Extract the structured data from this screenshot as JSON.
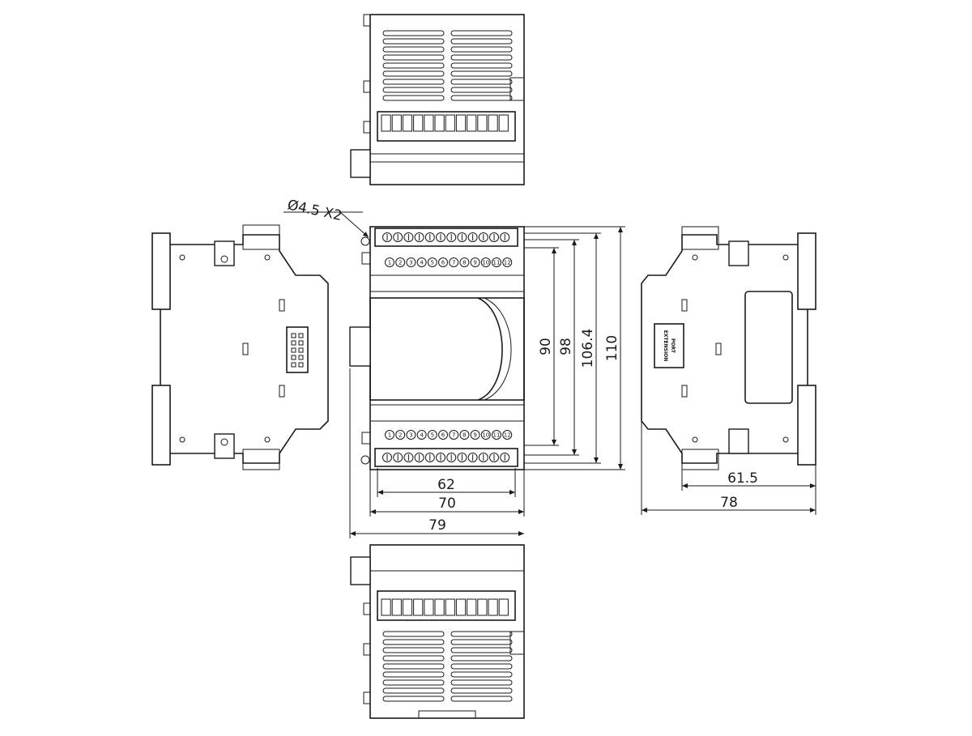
{
  "dimensions": {
    "hole_callout": "Ø4.5 X2",
    "width_62": "62",
    "width_70": "70",
    "width_79": "79",
    "height_90": "90",
    "height_98": "98",
    "height_106_4": "106.4",
    "height_110": "110",
    "side_61_5": "61.5",
    "side_78": "78"
  },
  "terminals": {
    "top_row": [
      "1",
      "2",
      "3",
      "4",
      "5",
      "6",
      "7",
      "8",
      "9",
      "10",
      "11",
      "12"
    ],
    "bottom_row": [
      "1",
      "2",
      "3",
      "4",
      "5",
      "6",
      "7",
      "8",
      "9",
      "10",
      "11",
      "12"
    ]
  },
  "side_label": {
    "line1": "EXTENSION",
    "line2": "PORT"
  }
}
